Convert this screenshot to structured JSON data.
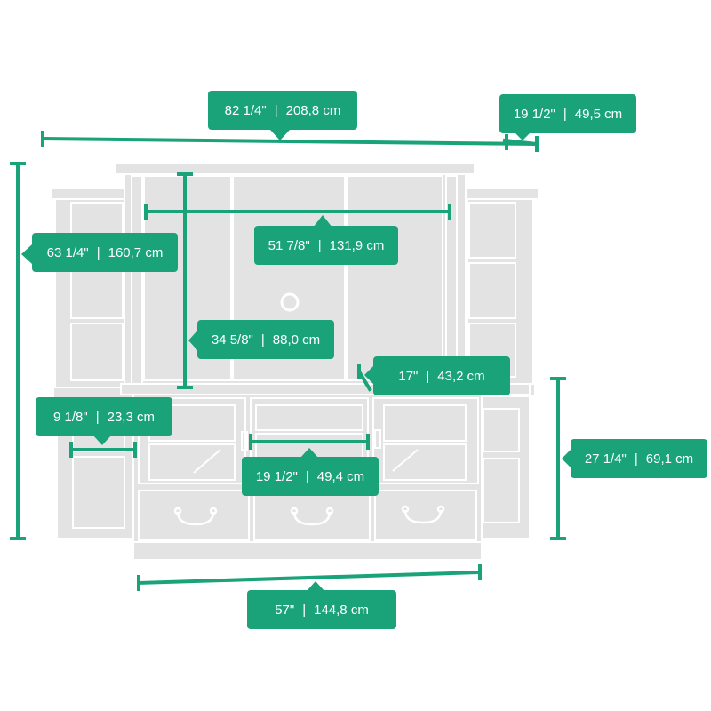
{
  "colors": {
    "accent": "#1aa378",
    "furniture_fill": "#e3e3e3",
    "furniture_line": "#ffffff",
    "background": "#ffffff"
  },
  "dimensions": {
    "overall_width": {
      "imperial": "82 1/4\"",
      "metric": "208,8 cm"
    },
    "overall_depth": {
      "imperial": "19 1/2\"",
      "metric": "49,5 cm"
    },
    "overall_height": {
      "imperial": "63 1/4\"",
      "metric": "160,7 cm"
    },
    "tv_opening_width": {
      "imperial": "51 7/8\"",
      "metric": "131,9 cm"
    },
    "tv_opening_height": {
      "imperial": "34 5/8\"",
      "metric": "88,0 cm"
    },
    "console_depth": {
      "imperial": "17\"",
      "metric": "43,2 cm"
    },
    "tower_shelf_width": {
      "imperial": "9 1/8\"",
      "metric": "23,3 cm"
    },
    "center_shelf_width": {
      "imperial": "19 1/2\"",
      "metric": "49,4 cm"
    },
    "console_height": {
      "imperial": "27 1/4\"",
      "metric": "69,1 cm"
    },
    "console_width": {
      "imperial": "57\"",
      "metric": "144,8 cm"
    }
  }
}
